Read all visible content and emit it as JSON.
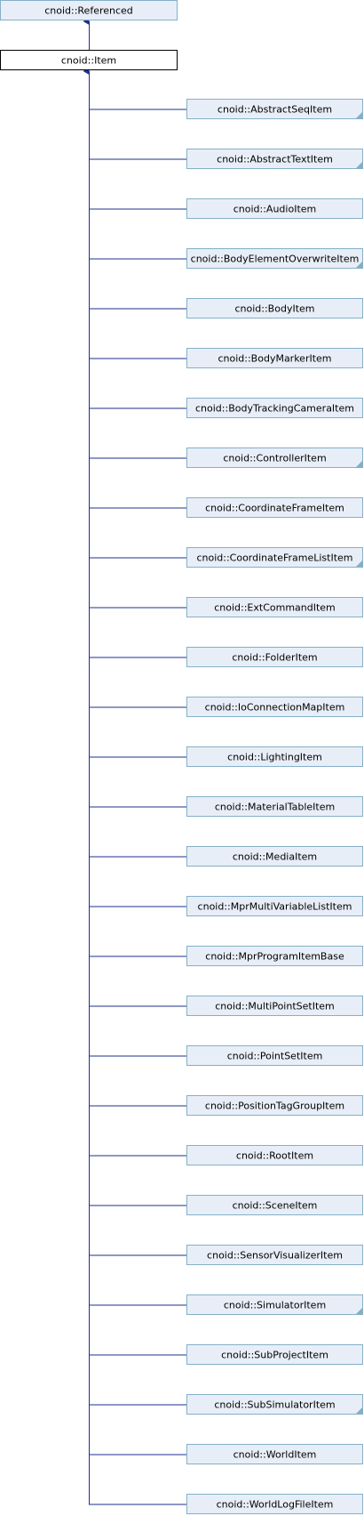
{
  "diagram": {
    "base": {
      "label": "cnoid::Referenced"
    },
    "item": {
      "label": "cnoid::Item"
    },
    "children": [
      {
        "label": "cnoid::AbstractSeqItem",
        "has_children": true
      },
      {
        "label": "cnoid::AbstractTextItem",
        "has_children": true
      },
      {
        "label": "cnoid::AudioItem",
        "has_children": false
      },
      {
        "label": "cnoid::BodyElementOverwriteItem",
        "has_children": true
      },
      {
        "label": "cnoid::BodyItem",
        "has_children": false
      },
      {
        "label": "cnoid::BodyMarkerItem",
        "has_children": false
      },
      {
        "label": "cnoid::BodyTrackingCameraItem",
        "has_children": false
      },
      {
        "label": "cnoid::ControllerItem",
        "has_children": true
      },
      {
        "label": "cnoid::CoordinateFrameItem",
        "has_children": false
      },
      {
        "label": "cnoid::CoordinateFrameListItem",
        "has_children": true
      },
      {
        "label": "cnoid::ExtCommandItem",
        "has_children": false
      },
      {
        "label": "cnoid::FolderItem",
        "has_children": false
      },
      {
        "label": "cnoid::IoConnectionMapItem",
        "has_children": false
      },
      {
        "label": "cnoid::LightingItem",
        "has_children": false
      },
      {
        "label": "cnoid::MaterialTableItem",
        "has_children": false
      },
      {
        "label": "cnoid::MediaItem",
        "has_children": false
      },
      {
        "label": "cnoid::MprMultiVariableListItem",
        "has_children": false
      },
      {
        "label": "cnoid::MprProgramItemBase",
        "has_children": false
      },
      {
        "label": "cnoid::MultiPointSetItem",
        "has_children": false
      },
      {
        "label": "cnoid::PointSetItem",
        "has_children": false
      },
      {
        "label": "cnoid::PositionTagGroupItem",
        "has_children": false
      },
      {
        "label": "cnoid::RootItem",
        "has_children": false
      },
      {
        "label": "cnoid::SceneItem",
        "has_children": false
      },
      {
        "label": "cnoid::SensorVisualizerItem",
        "has_children": false
      },
      {
        "label": "cnoid::SimulatorItem",
        "has_children": true
      },
      {
        "label": "cnoid::SubProjectItem",
        "has_children": false
      },
      {
        "label": "cnoid::SubSimulatorItem",
        "has_children": true
      },
      {
        "label": "cnoid::WorldItem",
        "has_children": false
      },
      {
        "label": "cnoid::WorldLogFileItem",
        "has_children": false
      }
    ],
    "colors": {
      "node_fill": "#e8eef7",
      "node_border": "#84b0c7",
      "current_fill": "#ffffff",
      "current_border": "#000000",
      "edge": "#1f2f8c",
      "text": "#000000"
    }
  }
}
